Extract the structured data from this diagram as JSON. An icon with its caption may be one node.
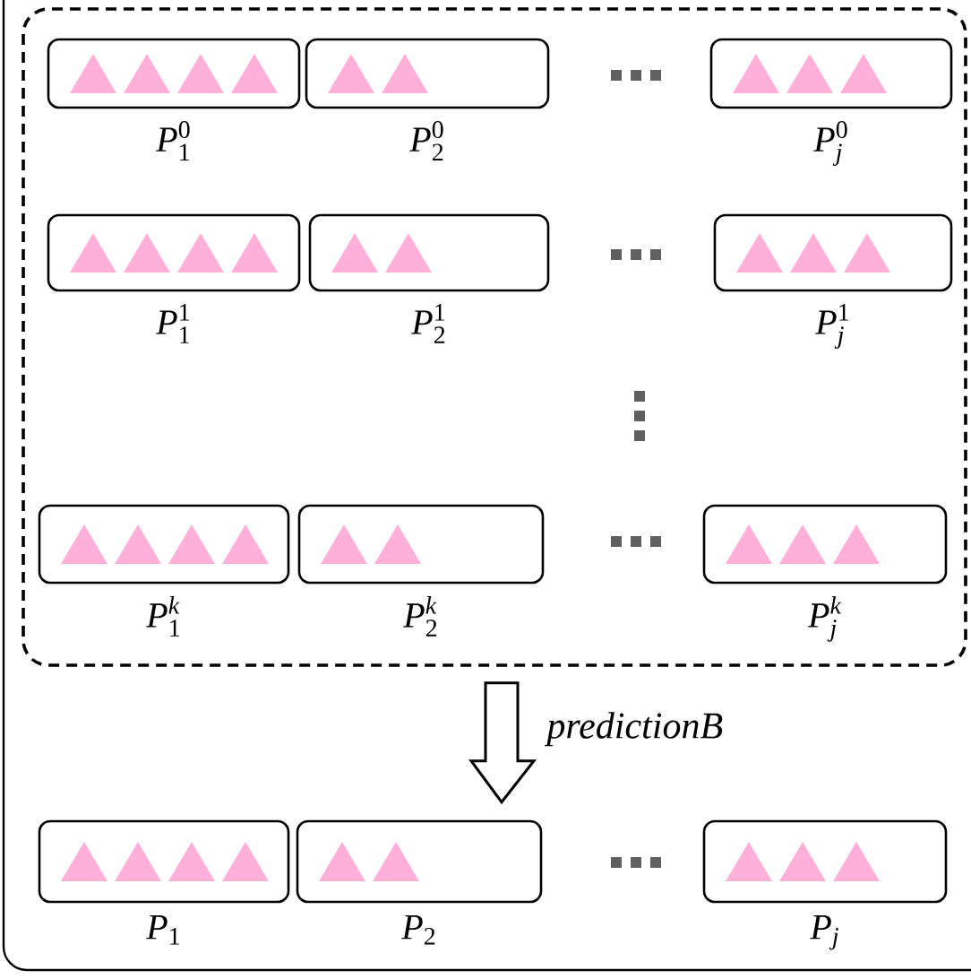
{
  "diagram": {
    "nodes": [
      {
        "text": [],
        "shape": "box"
      },
      {
        "text": [],
        "shape": "box",
        "in": 0,
        "beside": [
          "P_1^0"
        ]
      },
      {
        "text": [],
        "shape": "box",
        "in": 0,
        "beside": [
          "P_2^0"
        ]
      },
      {
        "text": [],
        "shape": "box",
        "in": 0,
        "beside": [
          "P_j^0"
        ]
      },
      {
        "text": [],
        "shape": "box",
        "in": 0,
        "beside": [
          "P_1^1"
        ]
      },
      {
        "text": [],
        "shape": "box",
        "in": 0,
        "beside": [
          "P_2^1"
        ]
      },
      {
        "text": [],
        "shape": "box",
        "in": 0,
        "beside": [
          "P_j^1"
        ]
      },
      {
        "text": [],
        "shape": "box",
        "in": 0,
        "beside": [
          "P_1^k"
        ]
      },
      {
        "text": [],
        "shape": "box",
        "in": 0,
        "beside": [
          "P_2^k"
        ]
      },
      {
        "text": [],
        "shape": "box",
        "in": 0,
        "beside": [
          "P_j^k"
        ]
      },
      {
        "text": [],
        "shape": "box",
        "beside": [
          "P_1"
        ]
      },
      {
        "text": [],
        "shape": "box",
        "beside": [
          "P_2"
        ]
      },
      {
        "text": [],
        "shape": "box",
        "beside": [
          "P_j"
        ]
      }
    ],
    "edges": [
      {
        "from": 0,
        "to": 11,
        "arrow": "to",
        "label": "predictionB"
      }
    ]
  }
}
